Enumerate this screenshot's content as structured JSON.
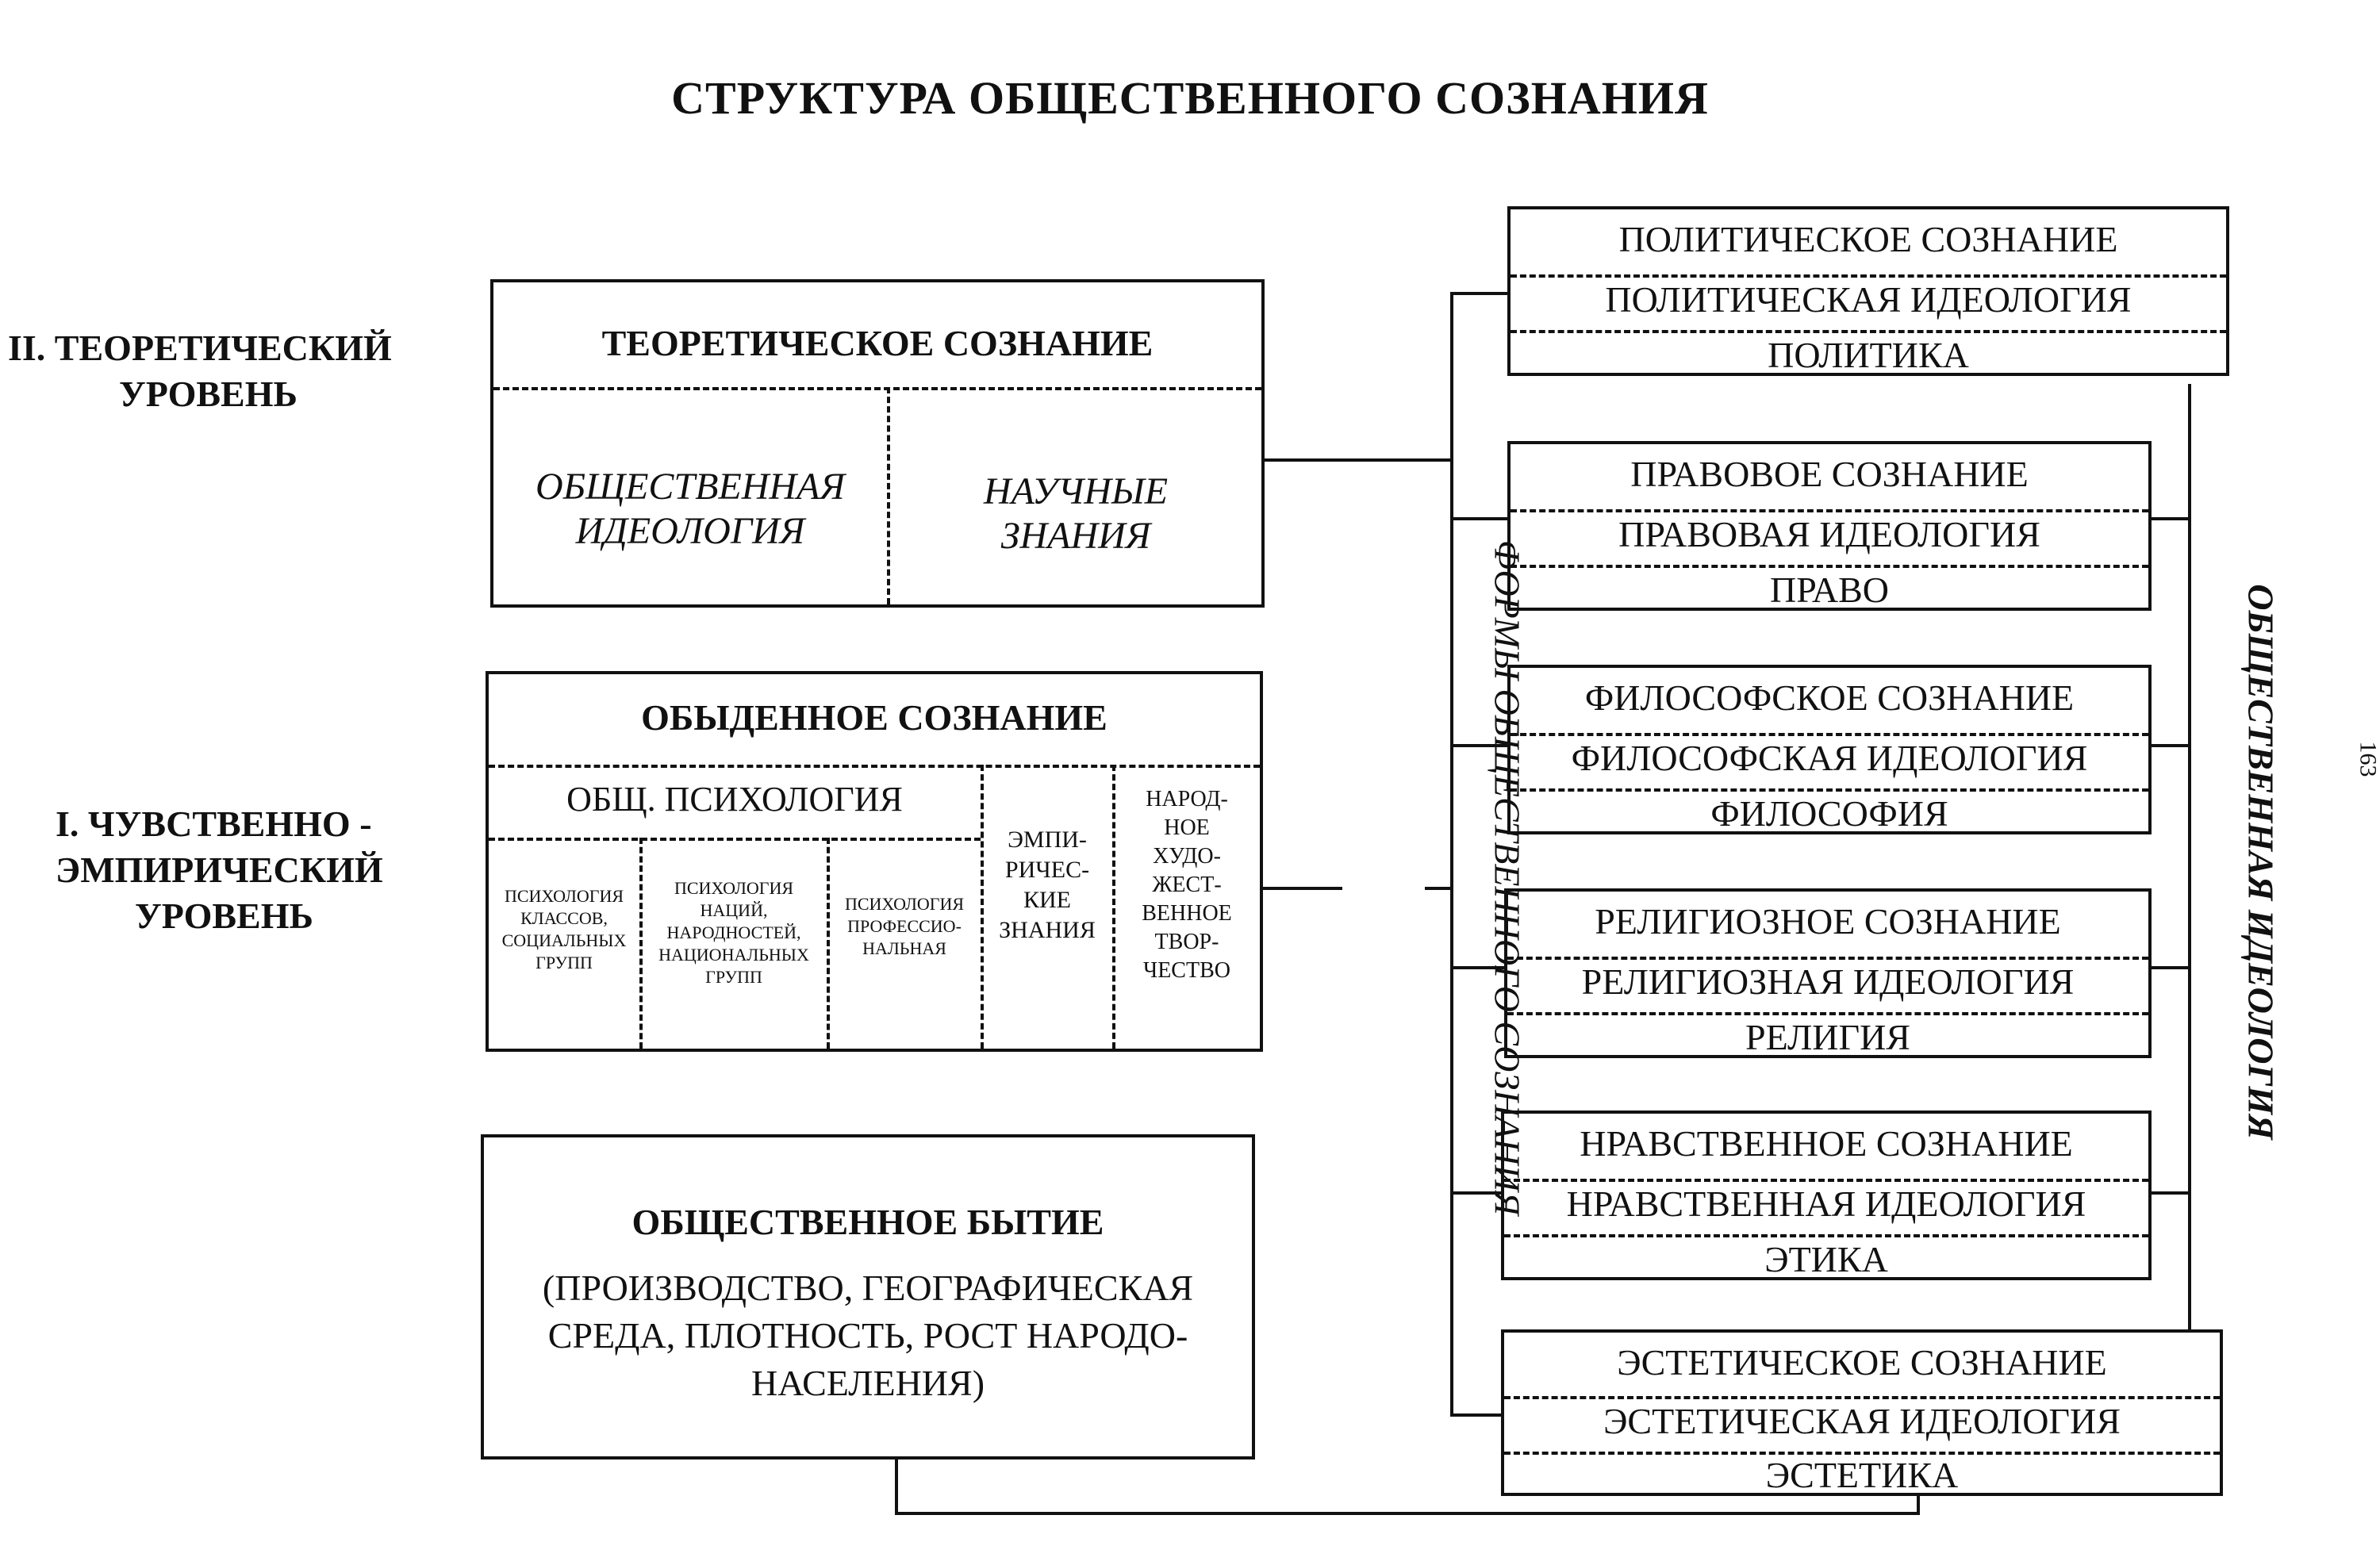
{
  "title": "СТРУКТУРА ОБЩЕСТВЕННОГО СОЗНАНИЯ",
  "levels": {
    "theoretical": [
      "II. ТЕОРЕТИЧЕСКИЙ",
      "УРОВЕНЬ"
    ],
    "empirical": [
      "I. ЧУВСТВЕННО -",
      "ЭМПИРИЧЕСКИЙ",
      "УРОВЕНЬ"
    ]
  },
  "theoretical_box": {
    "header": "ТЕОРЕТИЧЕСКОЕ СОЗНАНИЕ",
    "left": [
      "ОБЩЕСТВЕННАЯ",
      "ИДЕОЛОГИЯ"
    ],
    "right": [
      "НАУЧНЫЕ",
      "ЗНАНИЯ"
    ]
  },
  "ordinary_box": {
    "header": "ОБЫДЕННОЕ СОЗНАНИЕ",
    "psychology": "ОБЩ. ПСИХОЛОГИЯ",
    "col1": [
      "ПСИХОЛОГИЯ",
      "КЛАССОВ,",
      "СОЦИАЛЬНЫХ",
      "ГРУПП"
    ],
    "col2": [
      "ПСИХОЛОГИЯ",
      "НАЦИЙ,",
      "НАРОДНОСТЕЙ,",
      "НАЦИОНАЛЬНЫХ",
      "ГРУПП"
    ],
    "col3": [
      "ПСИХОЛОГИЯ",
      "ПРОФЕССИО-",
      "НАЛЬНАЯ"
    ],
    "col4": [
      "ЭМПИ-",
      "РИЧЕС-",
      "КИЕ",
      "ЗНАНИЯ"
    ],
    "col5": [
      "НАРОД-",
      "НОЕ",
      "ХУДО-",
      "ЖЕСТ-",
      "ВЕННОЕ",
      "ТВОР-",
      "ЧЕСТВО"
    ]
  },
  "being_box": {
    "header": "ОБЩЕСТВЕННОЕ БЫТИЕ",
    "body": [
      "(ПРОИЗВОДСТВО, ГЕОГРАФИЧЕСКАЯ",
      "СРЕДА, ПЛОТНОСТЬ, РОСТ НАРОДО-",
      "НАСЕЛЕНИЯ)"
    ]
  },
  "forms_label": "ФОРМЫ ОБЩЕСТВЕННОГО СОЗНАНИЯ",
  "ideology_label": "ОБЩЕСТВЕННАЯ ИДЕОЛОГИЯ",
  "page_number": "163",
  "forms": [
    [
      "ПОЛИТИЧЕСКОЕ СОЗНАНИЕ",
      "ПОЛИТИЧЕСКАЯ ИДЕОЛОГИЯ",
      "ПОЛИТИКА"
    ],
    [
      "ПРАВОВОЕ СОЗНАНИЕ",
      "ПРАВОВАЯ ИДЕОЛОГИЯ",
      "ПРАВО"
    ],
    [
      "ФИЛОСОФСКОЕ СОЗНАНИЕ",
      "ФИЛОСОФСКАЯ ИДЕОЛОГИЯ",
      "ФИЛОСОФИЯ"
    ],
    [
      "РЕЛИГИОЗНОЕ СОЗНАНИЕ",
      "РЕЛИГИОЗНАЯ ИДЕОЛОГИЯ",
      "РЕЛИГИЯ"
    ],
    [
      "НРАВСТВЕННОЕ СОЗНАНИЕ",
      "НРАВСТВЕННАЯ ИДЕОЛОГИЯ",
      "ЭТИКА"
    ],
    [
      "ЭСТЕТИЧЕСКОЕ СОЗНАНИЕ",
      "ЭСТЕТИЧЕСКАЯ ИДЕОЛОГИЯ",
      "ЭСТЕТИКА"
    ]
  ]
}
